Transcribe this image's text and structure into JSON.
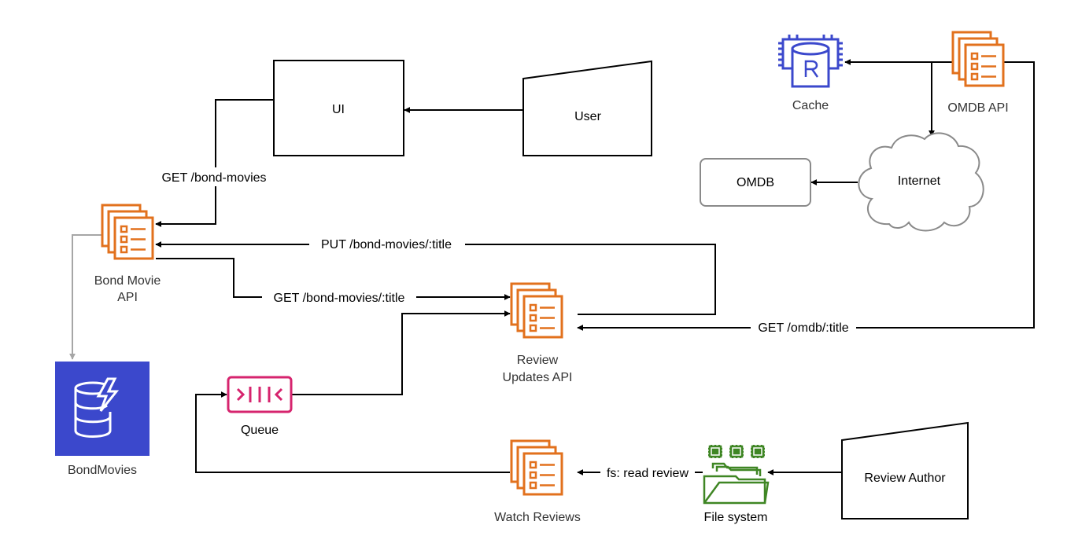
{
  "nodes": {
    "ui": "UI",
    "user": "User",
    "cache": "Cache",
    "omdb_api": "OMDB API",
    "omdb": "OMDB",
    "internet": "Internet",
    "bond_movie_api_line1": "Bond Movie",
    "bond_movie_api_line2": "API",
    "review_updates_api_line1": "Review",
    "review_updates_api_line2": "Updates API",
    "bondmovies_db": "BondMovies",
    "queue": "Queue",
    "watch_reviews": "Watch Reviews",
    "file_system": "File system",
    "review_author": "Review Author"
  },
  "edges": {
    "get_bond_movies": "GET /bond-movies",
    "put_bond_movies_title": "PUT /bond-movies/:title",
    "get_bond_movies_title": "GET /bond-movies/:title",
    "get_omdb_title": "GET /omdb/:title",
    "fs_read_review": "fs: read review"
  },
  "icons": {
    "api_service": "lambda-functions-icon",
    "cache": "redis-cache-icon",
    "database": "dynamodb-icon",
    "queue": "sqs-queue-icon",
    "file_system": "efs-file-system-icon",
    "internet": "cloud-icon"
  },
  "colors": {
    "api_orange": "#e2711d",
    "cache_blue": "#3b48cc",
    "db_blue": "#3b48cc",
    "queue_pink": "#d6246e",
    "fs_green": "#3f8624",
    "outline_grey": "#8a8a8a"
  }
}
